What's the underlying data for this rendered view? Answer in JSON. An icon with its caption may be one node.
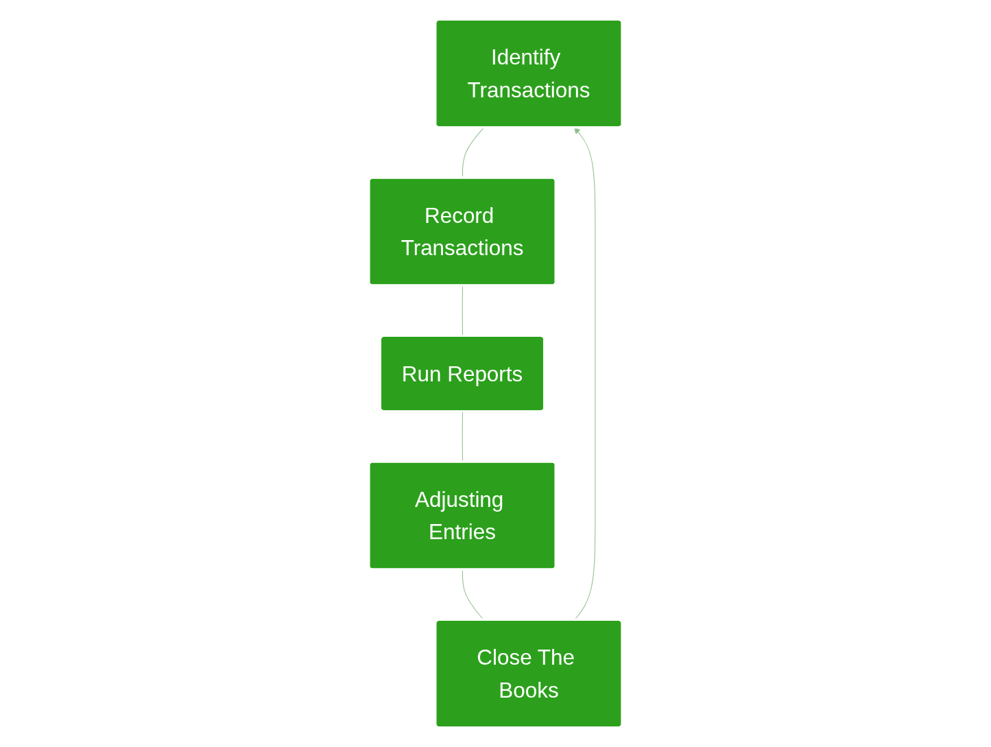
{
  "diagram": {
    "nodes": [
      {
        "text": [
          "Identify Transactions"
        ]
      },
      {
        "text": [
          "Record Transactions"
        ]
      },
      {
        "text": [
          "Run Reports"
        ]
      },
      {
        "text": [
          "Adjusting Entries"
        ]
      },
      {
        "text": [
          "Close The Books"
        ]
      }
    ],
    "edges": [
      {
        "from": 0,
        "to": 1,
        "arrow": "none"
      },
      {
        "from": 1,
        "to": 2,
        "arrow": "none"
      },
      {
        "from": 2,
        "to": 3,
        "arrow": "none"
      },
      {
        "from": 3,
        "to": 4,
        "arrow": "none"
      },
      {
        "from": 4,
        "to": 0,
        "arrow": "to"
      }
    ]
  }
}
